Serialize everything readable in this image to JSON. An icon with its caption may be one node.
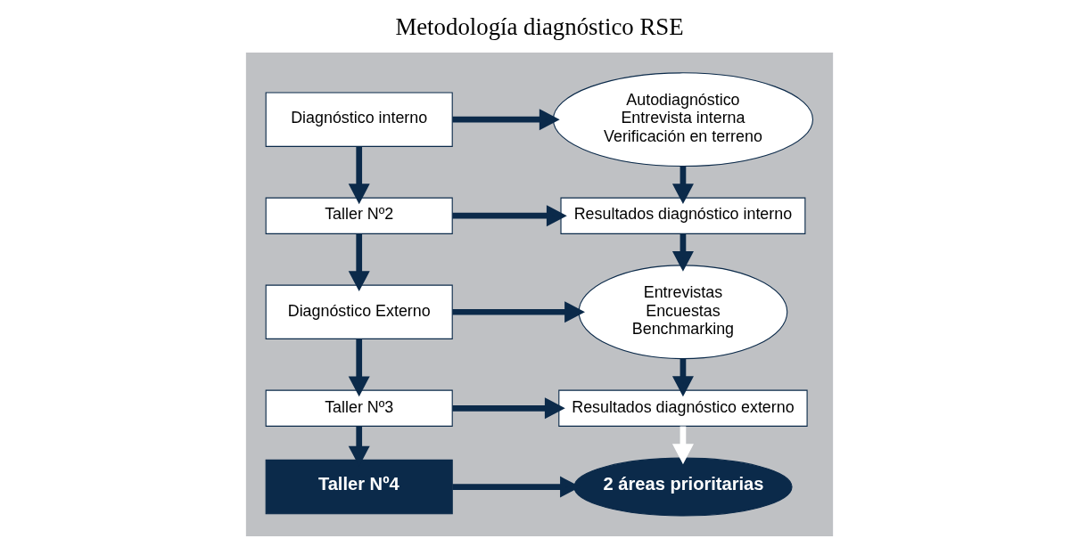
{
  "diagram": {
    "title": "Metodología diagnóstico RSE",
    "nodes": [
      {
        "text": [],
        "shape": "box"
      },
      {
        "text": [
          "Diagnóstico interno"
        ],
        "in": 0
      },
      {
        "text": [
          "Autodiagnóstico",
          "Entrevista interna",
          "Verificación en terreno"
        ],
        "in": 0
      },
      {
        "text": [
          "Taller Nº2"
        ],
        "in": 0
      },
      {
        "text": [
          "Resultados diagnóstico interno"
        ],
        "in": 0
      },
      {
        "text": [
          "Diagnóstico Externo"
        ],
        "in": 0
      },
      {
        "text": [
          "Entrevistas",
          "Encuestas",
          "Benchmarking"
        ],
        "in": 0
      },
      {
        "text": [
          "Taller Nº3"
        ],
        "in": 0
      },
      {
        "text": [
          "Resultados diagnóstico externo"
        ],
        "in": 0
      },
      {
        "text": [
          "Taller Nº4"
        ],
        "in": 0
      },
      {
        "text": [
          "2 áreas prioritarias"
        ],
        "in": 0
      }
    ],
    "edges": [
      {
        "from": 1,
        "to": 2,
        "arrow": "to"
      },
      {
        "from": 1,
        "to": 3,
        "arrow": "to"
      },
      {
        "from": 2,
        "to": 4,
        "arrow": "to"
      },
      {
        "from": 3,
        "to": 4,
        "arrow": "to"
      },
      {
        "from": 3,
        "to": 5,
        "arrow": "to"
      },
      {
        "from": 4,
        "to": 6,
        "arrow": "to"
      },
      {
        "from": 5,
        "to": 6,
        "arrow": "to"
      },
      {
        "from": 5,
        "to": 7,
        "arrow": "to"
      },
      {
        "from": 6,
        "to": 8,
        "arrow": "to"
      },
      {
        "from": 7,
        "to": 8,
        "arrow": "to"
      },
      {
        "from": 7,
        "to": 9,
        "arrow": "to"
      },
      {
        "from": 8,
        "to": 10,
        "arrow": "to",
        "color": "#ffffff"
      },
      {
        "from": 9,
        "to": 10,
        "arrow": "to"
      }
    ]
  }
}
